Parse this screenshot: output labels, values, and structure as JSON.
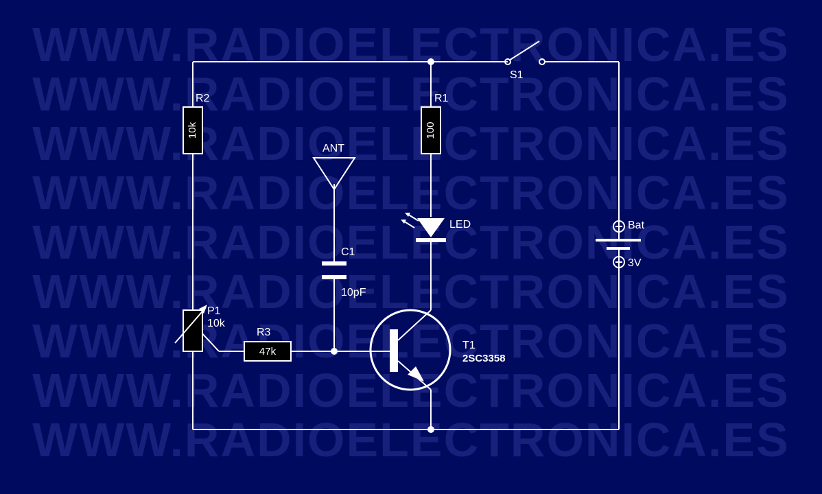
{
  "watermark": "WWW.RADIOELECTRONICA.ES",
  "colors": {
    "background": "#000a5f",
    "wire": "#ffffff",
    "watermark": "#17207a"
  },
  "components": {
    "r1": {
      "ref": "R1",
      "value": "100"
    },
    "r2": {
      "ref": "R2",
      "value": "10k"
    },
    "r3": {
      "ref": "R3",
      "value": "47k"
    },
    "p1": {
      "ref": "P1",
      "value": "10k"
    },
    "c1": {
      "ref": "C1",
      "value": "10pF"
    },
    "ant": {
      "ref": "ANT"
    },
    "led": {
      "ref": "LED"
    },
    "s1": {
      "ref": "S1"
    },
    "bat": {
      "ref": "Bat",
      "value": "3V"
    },
    "t1": {
      "ref": "T1",
      "value": "2SC3358"
    }
  }
}
